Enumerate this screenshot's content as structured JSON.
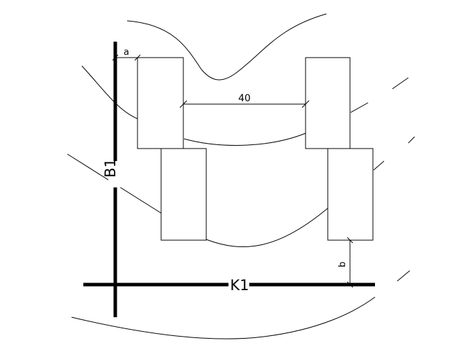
{
  "labels": {
    "axis_vertical": "B1",
    "axis_horizontal": "K1",
    "dimension_spacing": "40",
    "dimension_a": "a",
    "dimension_b": "b"
  },
  "colors": {
    "ink": "#000000",
    "background": "#ffffff"
  }
}
